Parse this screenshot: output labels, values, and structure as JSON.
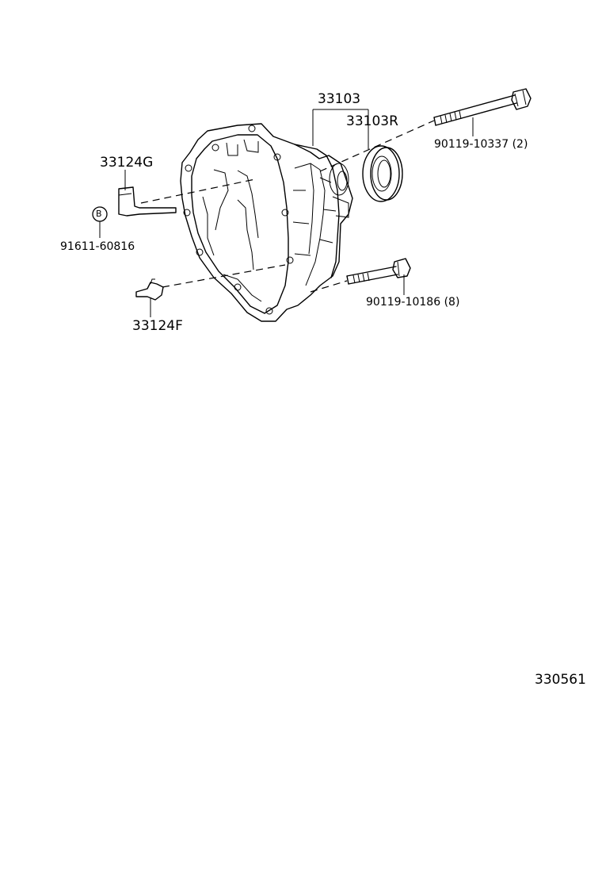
{
  "labels": {
    "case_main": "33103",
    "oil_seal": "33103R",
    "bracket": "33124G",
    "bolt_b": "91611-60816",
    "clip": "33124F",
    "long_bolt": "90119-10337 (2)",
    "short_bolt": "90119-10186 (8)",
    "figure_number": "330561"
  },
  "marks": {
    "circled_letter": "B"
  }
}
